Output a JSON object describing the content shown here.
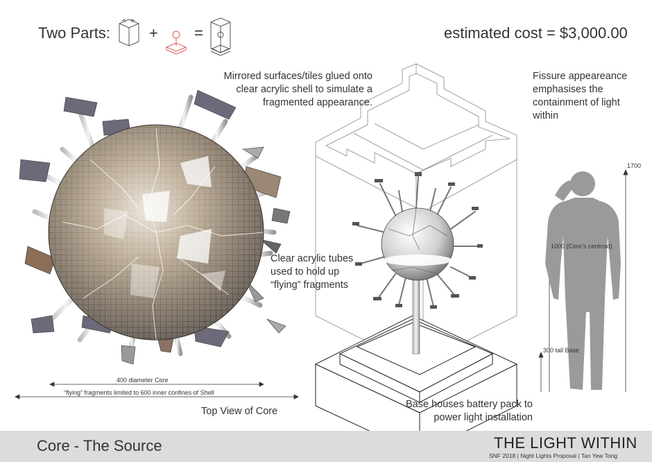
{
  "header": {
    "two_parts_label": "Two Parts:",
    "plus": "+",
    "equals": "=",
    "cost": "estimated cost = $3,000.00"
  },
  "notes": {
    "mirrored": "Mirrored surfaces/tiles glued onto clear acrylic shell to simulate a fragmented appearance.",
    "fissure": "Fissure appeareance emphasises the containment of light within",
    "tubes": "Clear acrylic tubes used to hold up “flying” fragments",
    "base": "Base houses battery pack to power light installation",
    "top_view": "Top View of Core"
  },
  "dimensions": {
    "core_diameter": "400 diameter Core",
    "fragments_limit": "“flying” fragments limited to 600 inner confines of Shell",
    "h1700": "1700",
    "h1000": "1000 (Core’s centroid)",
    "h300": "300 tall Base"
  },
  "footer": {
    "section": "Core - The Source",
    "project_title": "THE LIGHT WITHIN",
    "credits": "SNF 2018 | Night Lights Proposal | Tan Yew Tong"
  },
  "colors": {
    "footer_bg": "#dcdcdc",
    "silhouette": "#9a9a9a",
    "base_part_accent": "#e05a5a",
    "sphere_tiles": "#8a7a68"
  }
}
